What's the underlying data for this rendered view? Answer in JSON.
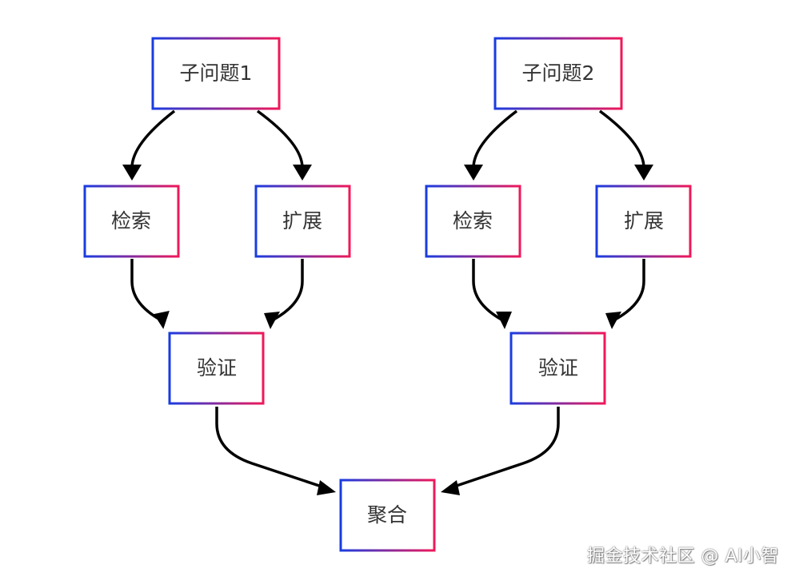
{
  "diagram": {
    "colors": {
      "border_start": "#1a3ce0",
      "border_end": "#f0185a",
      "edge": "#000000",
      "text": "#333333",
      "background": "#ffffff"
    },
    "nodes": {
      "q1": "子问题1",
      "q2": "子问题2",
      "retrieve1": "检索",
      "expand1": "扩展",
      "retrieve2": "检索",
      "expand2": "扩展",
      "verify1": "验证",
      "verify2": "验证",
      "aggregate": "聚合"
    },
    "edges": [
      [
        "q1",
        "retrieve1"
      ],
      [
        "q1",
        "expand1"
      ],
      [
        "q2",
        "retrieve2"
      ],
      [
        "q2",
        "expand2"
      ],
      [
        "retrieve1",
        "verify1"
      ],
      [
        "expand1",
        "verify1"
      ],
      [
        "retrieve2",
        "verify2"
      ],
      [
        "expand2",
        "verify2"
      ],
      [
        "verify1",
        "aggregate"
      ],
      [
        "verify2",
        "aggregate"
      ]
    ]
  },
  "watermark": "掘金技术社区 @ AI小智"
}
